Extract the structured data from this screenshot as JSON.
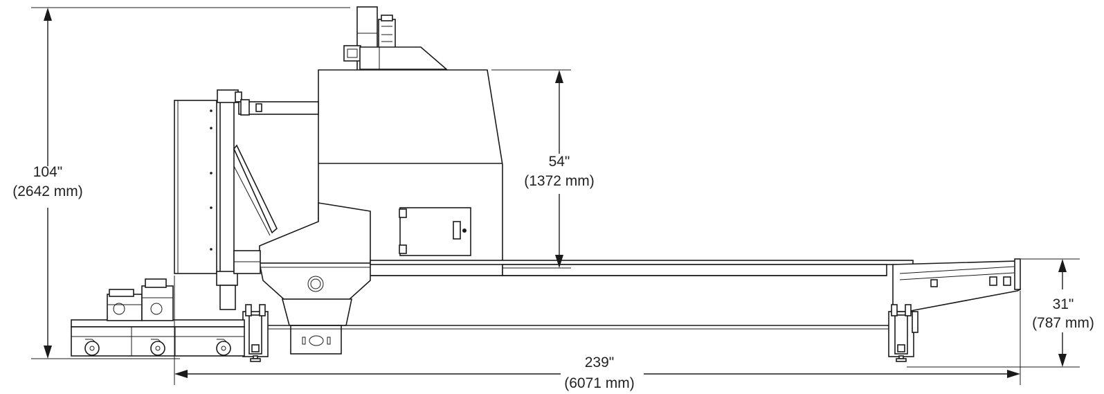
{
  "dimensions": {
    "overall_height": {
      "imperial": "104\"",
      "metric": "(2642 mm)"
    },
    "cabinet_height": {
      "imperial": "54\"",
      "metric": "(1372 mm)"
    },
    "table_height": {
      "imperial": "31\"",
      "metric": "(787 mm)"
    },
    "overall_length": {
      "imperial": "239\"",
      "metric": "(6071 mm)"
    }
  },
  "colors": {
    "line": "#1a1a1a",
    "background": "#ffffff",
    "text": "#222222"
  }
}
